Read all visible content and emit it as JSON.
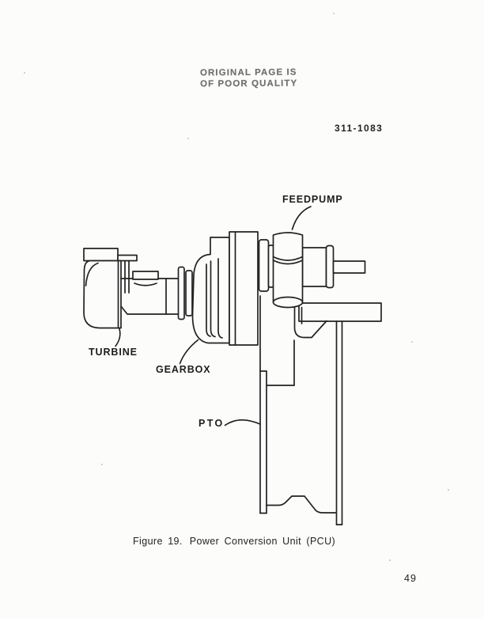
{
  "stamp": {
    "line1": "ORIGINAL PAGE IS",
    "line2": "OF POOR QUALITY"
  },
  "doc_number": "311-1083",
  "diagram": {
    "title": "Power Conversion Unit side view line drawing",
    "labels": {
      "feedpump": "FEEDPUMP",
      "turbine": "TURBINE",
      "gearbox": "GEARBOX",
      "pto": "PTO"
    }
  },
  "caption": {
    "figure_ref": "Figure 19.",
    "title": "Power Conversion Unit (PCU)"
  },
  "page_number": "49",
  "colors": {
    "ink": "#222222",
    "stamp_ink": "#5d5d5d",
    "paper": "#fcfcfb"
  }
}
